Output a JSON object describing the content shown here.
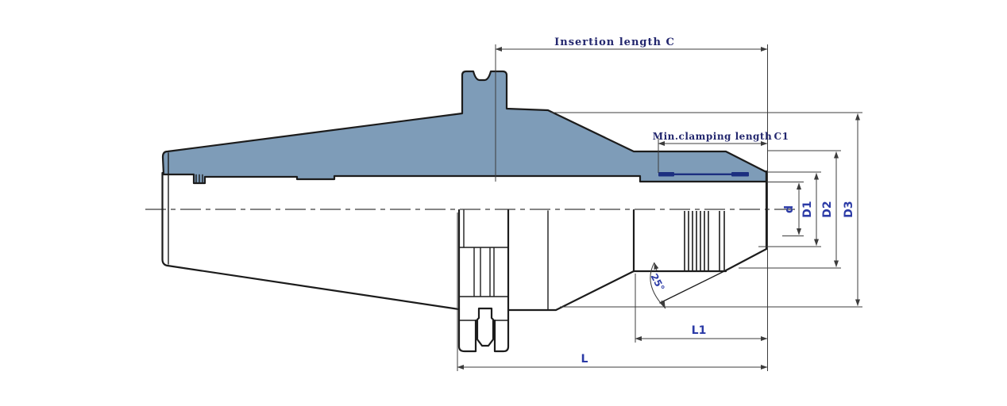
{
  "drawing": {
    "title": "Tool holder technical drawing",
    "labels": {
      "insertion_length": "Insertion length C",
      "min_clamping": "Min.clamping length",
      "c1": "C1",
      "d": "d",
      "d1": "D1",
      "d2": "D2",
      "d3": "D3",
      "l1": "L1",
      "l": "L",
      "angle": "25°"
    }
  },
  "colors": {
    "background": "#ffffff",
    "body_fill": "#7E9CB8",
    "outline": "#1c1c1c",
    "dim_line": "#3c3c3c",
    "label_text": "#23276e",
    "dim_text": "#2b3aa6",
    "clamp_marker": "#1c2f80",
    "centerline": "#3c3c3c"
  }
}
